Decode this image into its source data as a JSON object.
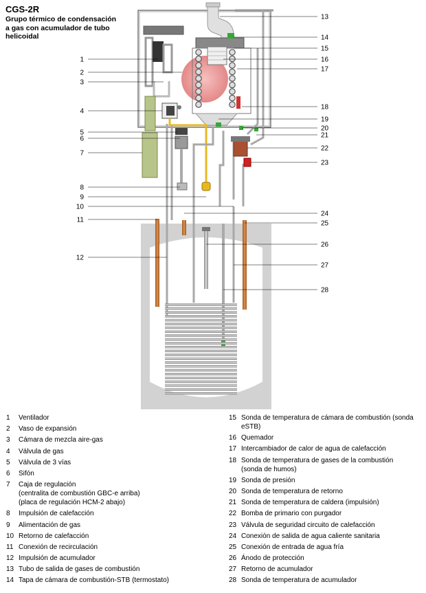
{
  "title": {
    "main": "CGS-2R",
    "subtitle": "Grupo térmico de condensación\na gas con acumulador de tubo\nhelicoidal"
  },
  "callouts": [
    "1",
    "2",
    "3",
    "4",
    "5",
    "6",
    "7",
    "8",
    "9",
    "10",
    "11",
    "12",
    "13",
    "14",
    "15",
    "16",
    "17",
    "18",
    "19",
    "20",
    "21",
    "22",
    "23",
    "24",
    "25",
    "26",
    "27",
    "28"
  ],
  "legend_left": [
    {
      "num": "1",
      "text": "Ventilador"
    },
    {
      "num": "2",
      "text": "Vaso de expansión"
    },
    {
      "num": "3",
      "text": "Cámara de mezcla aire-gas"
    },
    {
      "num": "4",
      "text": "Válvula de gas"
    },
    {
      "num": "5",
      "text": "Válvula de 3 vías"
    },
    {
      "num": "6",
      "text": "Sifón"
    },
    {
      "num": "7",
      "text": "Caja de regulación\n(centralita de combustión GBC-e arriba)\n(placa de regulación HCM-2 abajo)"
    },
    {
      "num": "8",
      "text": "Impulsión de calefacción"
    },
    {
      "num": "9",
      "text": "Alimentación de gas"
    },
    {
      "num": "10",
      "text": "Retorno de calefacción"
    },
    {
      "num": "11",
      "text": "Conexión de recirculación"
    },
    {
      "num": "12",
      "text": "Impulsión de acumulador"
    },
    {
      "num": "13",
      "text": "Tubo de salida de gases de combustión"
    },
    {
      "num": "14",
      "text": "Tapa de cámara de combustión-STB (termostato)"
    }
  ],
  "legend_right": [
    {
      "num": "15",
      "text": "Sonda de temperatura de cámara de combustión (sonda\neSTB)"
    },
    {
      "num": "16",
      "text": "Quemador"
    },
    {
      "num": "17",
      "text": "Intercambiador de calor de agua de calefacción"
    },
    {
      "num": "18",
      "text": "Sonda de temperatura de gases de la combustión\n(sonda de humos)"
    },
    {
      "num": "19",
      "text": "Sonda de presión"
    },
    {
      "num": "20",
      "text": "Sonda de temperatura de retorno"
    },
    {
      "num": "21",
      "text": "Sonda de temperatura de caldera (impulsión)"
    },
    {
      "num": "22",
      "text": "Bomba de primario con purgador"
    },
    {
      "num": "23",
      "text": "Válvula de seguridad circuito de calefacción"
    },
    {
      "num": "24",
      "text": "Conexión de salida de agua caliente sanitaria"
    },
    {
      "num": "25",
      "text": "Conexión de entrada de agua fría"
    },
    {
      "num": "26",
      "text": "Ánodo de protección"
    },
    {
      "num": "27",
      "text": "Retorno de acumulador"
    },
    {
      "num": "28",
      "text": "Sonda de temperatura de acumulador"
    }
  ],
  "colors": {
    "pipe": "#a0a0a0",
    "copper": "#c87533",
    "gas": "#e8b820",
    "exchanger": "#f0a0a0",
    "control_box": "#b7c48a",
    "tank": "#d4d4d4",
    "valve_red": "#d42020"
  }
}
